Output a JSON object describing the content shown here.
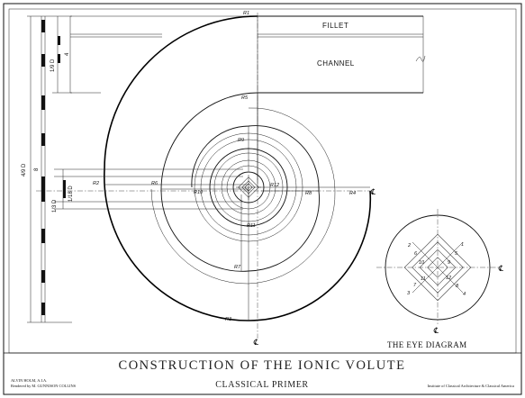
{
  "title": "CONSTRUCTION OF THE IONIC VOLUTE",
  "subtitle": "CLASSICAL PRIMER",
  "credits": {
    "author": "ALVIN HOLM, A.I.A.",
    "renderer": "Rendered by M. GUNNISON COLLINS",
    "institute": "Institute of Classical Architecture & Classical America"
  },
  "labels": {
    "fillet": "FILLET",
    "channel": "CHANNEL",
    "eye_diagram": "THE EYE DIAGRAM",
    "centerline": "℄"
  },
  "dimensions": {
    "total": "4/9 D",
    "total_module": "8",
    "top": "1/9 D",
    "top_module": "4",
    "eye": "1/18 D",
    "lower": "1/3 D"
  },
  "radii": {
    "r1": "R1",
    "r2": "R2",
    "r3": "R3",
    "r4": "R4",
    "r5": "R5",
    "r6": "R6",
    "r7": "R7",
    "r8": "R8",
    "r9": "R9",
    "r10": "R10",
    "r11": "R11",
    "r12": "R12"
  },
  "eye_points": {
    "p1": "1",
    "p2": "2",
    "p3": "3",
    "p4": "4",
    "p5": "5",
    "p6": "6",
    "p7": "7",
    "p8": "8",
    "p9": "9",
    "p10": "10",
    "p11": "11",
    "p12": "12"
  }
}
